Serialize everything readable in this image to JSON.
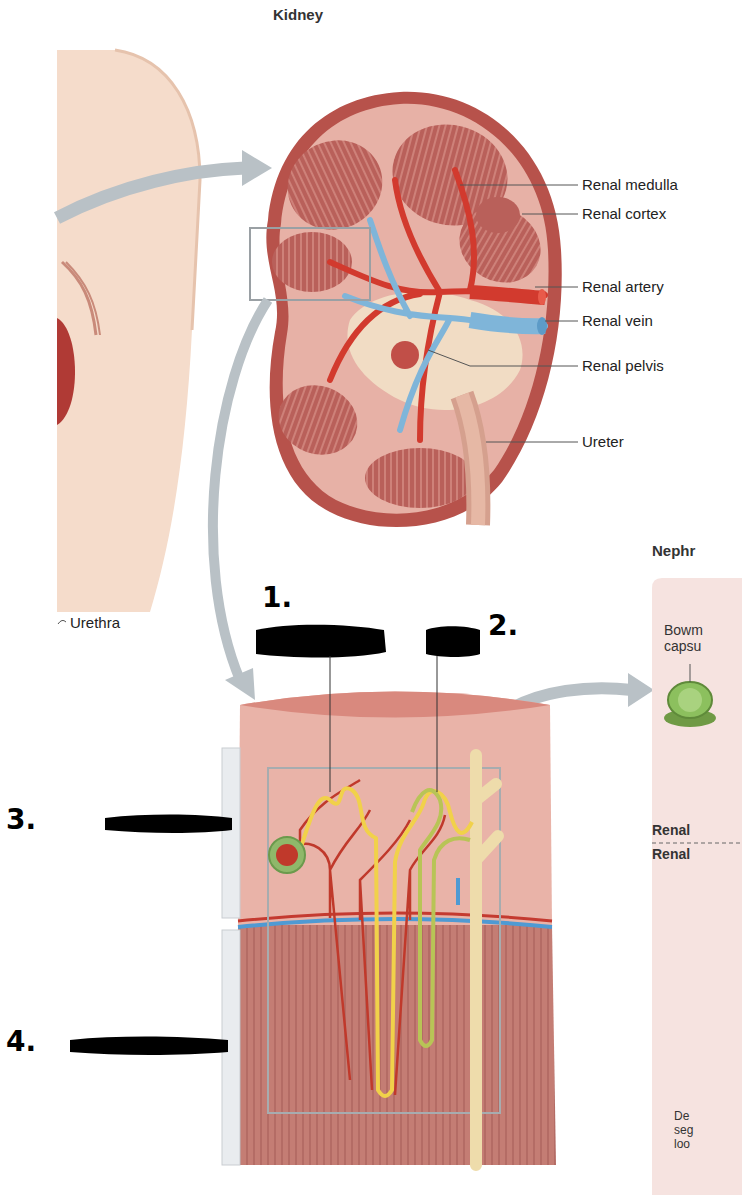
{
  "diagram": {
    "nodes": [
      {
        "text": [
          "Nephr",
          "Bowm capsu",
          "Renal",
          "Renal",
          "De seg loo"
        ]
      }
    ],
    "labels": [
      "Kidney",
      "Renal medulla",
      "Renal cortex",
      "Renal artery",
      "Renal vein",
      "Renal pelvis",
      "Ureter",
      "Urethra",
      "1.",
      "2.",
      "3.",
      "4."
    ]
  }
}
